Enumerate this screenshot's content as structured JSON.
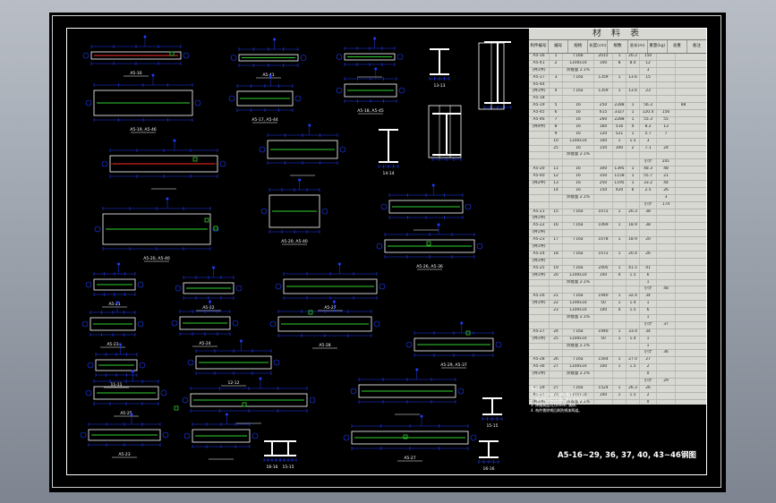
{
  "sheet_title": "A5-16~29, 36, 37, 40, 43~46钢图",
  "material_table": {
    "title": "材 料 表",
    "headers": [
      "构件编号",
      "编号",
      "规格",
      "长度(cm)",
      "根数",
      "总长(m)",
      "重量(kg)",
      "总重",
      "备注"
    ],
    "rows": [
      [
        "A5-16",
        "1",
        "I 16b",
        "2015",
        "1",
        "20.2",
        "150",
        "",
        ""
      ],
      [
        "A5-41",
        "2",
        "L100x10",
        "100",
        "8",
        "8.0",
        "12",
        "",
        ""
      ],
      [
        "(共1件)",
        "",
        "焊接量 2.1%",
        "",
        "",
        "",
        "3",
        "",
        ""
      ],
      [
        "A5-17",
        "3",
        "I 16a",
        "1359",
        "1",
        "13.6",
        "15",
        "",
        ""
      ],
      [
        "A5-44",
        "",
        "",
        "",
        "",
        "",
        "",
        "",
        ""
      ],
      [
        "(共1件)",
        "4",
        "I 16a",
        "1359",
        "1",
        "13.6",
        "23",
        "",
        ""
      ],
      [
        "A5-18",
        "",
        "",
        "",
        "",
        "",
        "",
        "",
        ""
      ],
      [
        "A5-19",
        "5",
        "16",
        "250",
        "2288",
        "1",
        "56.3",
        "",
        "88"
      ],
      [
        "A5-45",
        "6",
        "16",
        "615",
        "3327",
        "1",
        "120.4",
        "156",
        ""
      ],
      [
        "A5-46",
        "7",
        "16",
        "260",
        "2288",
        "1",
        "55.3",
        "55",
        ""
      ],
      [
        "(共4件)",
        "8",
        "16",
        "160",
        "516",
        "4",
        "8.2",
        "13",
        ""
      ],
      [
        "",
        "9",
        "16",
        "120",
        "521",
        "1",
        "5.7",
        "7",
        ""
      ],
      [
        "",
        "10",
        "L100x10",
        "100",
        "1",
        "1.5",
        "3",
        "",
        ""
      ],
      [
        "",
        "25",
        "16",
        "150",
        "300",
        "2",
        "7.1",
        "24",
        ""
      ],
      [
        "",
        "",
        "焊接量 2.1%",
        "",
        "",
        "",
        "",
        "",
        ""
      ],
      [
        "",
        "",
        "",
        "",
        "",
        "",
        "小计",
        "201",
        ""
      ],
      [
        "A5-20",
        "11",
        "16",
        "300",
        "1395",
        "1",
        "48.3",
        "48",
        ""
      ],
      [
        "A5-40",
        "12",
        "16",
        "350",
        "1158",
        "1",
        "55.7",
        "21",
        ""
      ],
      [
        "(共2件)",
        "13",
        "16",
        "250",
        "1195",
        "1",
        "33.2",
        "44",
        ""
      ],
      [
        "",
        "14",
        "16",
        "150",
        "420",
        "6",
        "2.5",
        "26",
        ""
      ],
      [
        "",
        "",
        "焊接量 2.1%",
        "",
        "",
        "",
        "",
        "3",
        ""
      ],
      [
        "",
        "",
        "",
        "",
        "",
        "",
        "小计",
        "174",
        ""
      ],
      [
        "A5-21",
        "15",
        "I 16a",
        "1072",
        "1",
        "20.3",
        "38",
        "",
        ""
      ],
      [
        "(共1件)",
        "",
        "",
        "",
        "",
        "",
        "",
        "",
        ""
      ],
      [
        "A5-22",
        "16",
        "I 16a",
        "1069",
        "1",
        "18.9",
        "38",
        "",
        ""
      ],
      [
        "(共1件)",
        "",
        "",
        "",
        "",
        "",
        "",
        "",
        ""
      ],
      [
        "A5-23",
        "17",
        "I 16a",
        "1078",
        "1",
        "18.9",
        "20",
        "",
        ""
      ],
      [
        "(共1件)",
        "",
        "",
        "",
        "",
        "",
        "",
        "",
        ""
      ],
      [
        "A5-24",
        "18",
        "I 16a",
        "1072",
        "1",
        "20.4",
        "26",
        "",
        ""
      ],
      [
        "(共1件)",
        "",
        "",
        "",
        "",
        "",
        "",
        "",
        ""
      ],
      [
        "A5-25",
        "19",
        "I 16a",
        "2405",
        "1",
        "41.5",
        "41",
        "",
        ""
      ],
      [
        "(共1件)",
        "20",
        "L100x10",
        "100",
        "4",
        "1.5",
        "6",
        "",
        ""
      ],
      [
        "",
        "",
        "焊接量 2.1%",
        "",
        "",
        "",
        "1",
        "",
        ""
      ],
      [
        "",
        "",
        "",
        "",
        "",
        "",
        "小计",
        "48",
        ""
      ],
      [
        "A5-26",
        "21",
        "I 16a",
        "1940",
        "1",
        "32.4",
        "34",
        "",
        ""
      ],
      [
        "(共1件)",
        "22",
        "L100x10",
        "50",
        "1",
        "1.4",
        "1",
        "",
        ""
      ],
      [
        "",
        "23",
        "L100x10",
        "100",
        "4",
        "1.5",
        "6",
        "",
        ""
      ],
      [
        "",
        "",
        "焊接量 2.1%",
        "",
        "",
        "",
        "1",
        "",
        ""
      ],
      [
        "",
        "",
        "",
        "",
        "",
        "",
        "小计",
        "37",
        ""
      ],
      [
        "A5-27",
        "24",
        "I 16a",
        "1940",
        "1",
        "33.4",
        "34",
        "",
        ""
      ],
      [
        "(共1件)",
        "25",
        "L100x10",
        "50",
        "1",
        "1.4",
        "1",
        "",
        ""
      ],
      [
        "",
        "",
        "焊接量 2.1%",
        "",
        "",
        "",
        "1",
        "",
        ""
      ],
      [
        "",
        "",
        "",
        "",
        "",
        "",
        "小计",
        "36",
        ""
      ],
      [
        "A5-28",
        "26",
        "I 16a",
        "1564",
        "1",
        "27.0",
        "27",
        "",
        ""
      ],
      [
        "A5-36",
        "27",
        "L100x10",
        "100",
        "1",
        "1.5",
        "2",
        "",
        ""
      ],
      [
        "(共1件)",
        "",
        "焊接量 2.1%",
        "",
        "",
        "",
        "0",
        "",
        ""
      ],
      [
        "",
        "",
        "",
        "",
        "",
        "",
        "小计",
        "29",
        ""
      ],
      [
        "A5-29",
        "27",
        "I 16a",
        "1524",
        "1",
        "26.3",
        "26",
        "",
        ""
      ],
      [
        "A5-37",
        "28",
        "L100x10",
        "100",
        "1",
        "1.5",
        "2",
        "",
        ""
      ],
      [
        "(共1件)",
        "",
        "焊接量 2.1%",
        "",
        "",
        "",
        "0",
        "",
        ""
      ],
      [
        "",
        "",
        "",
        "",
        "",
        "",
        "小计",
        "28",
        ""
      ]
    ]
  },
  "notes": {
    "title": "说明:",
    "lines": [
      "1. 图中尺寸以mm计, 标高以m计;",
      "2. 钢材采用Q235钢, 焊条采用E43;",
      "3. 焊缝高度均为6mm, 满焊;",
      "4. 构件需除锈后刷防锈漆两道。"
    ]
  },
  "colors": {
    "background": "#000000",
    "frame": "#ffffff",
    "dimension": "#1f3cff",
    "member": "#ffffff",
    "rebar": "#2fd02f",
    "accent_red": "#ff2b2b",
    "table_bg": "#d8d8d2"
  },
  "detail_labels": [
    "A5-16",
    "A5-41",
    "A5-17, A5-44",
    "A5-18, A5-45",
    "A5-19, A5-46",
    "A5-20, A5-40",
    "A5-21",
    "A5-22",
    "A5-23",
    "A5-24",
    "A5-25",
    "A5-26, A5-36",
    "A5-27",
    "A5-28",
    "A5-29, A5-37",
    "11-11",
    "12-12",
    "13-13",
    "14-14",
    "15-15",
    "16-16"
  ]
}
